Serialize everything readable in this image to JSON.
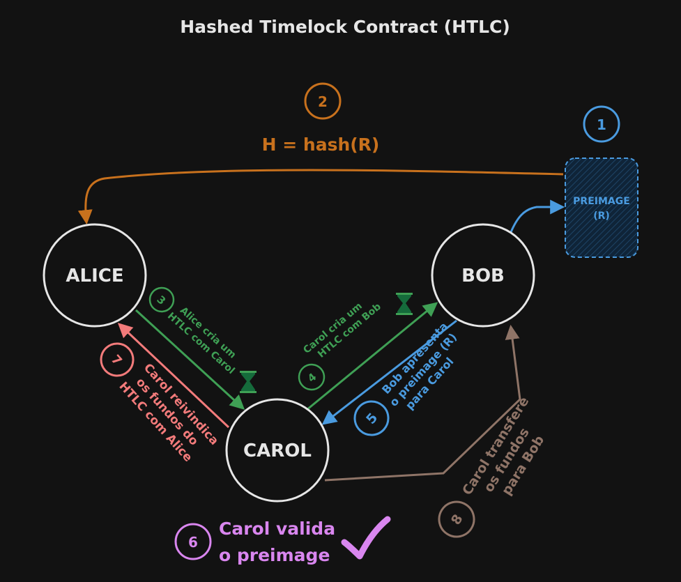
{
  "title": "Hashed Timelock Contract (HTLC)",
  "colors": {
    "background": "#121212",
    "node_stroke": "#e6e6e6",
    "node_fill": "#121212",
    "text_light": "#e6e6e6",
    "step1": "#4a9be0",
    "step2": "#c8711d",
    "step3": "#3fa055",
    "step5": "#4a9be0",
    "step6": "#d986ef",
    "step7": "#f37b7b",
    "step8": "#8f7467",
    "preimage_fill": "#14314a",
    "hourglass": "#156b3b"
  },
  "nodes": {
    "alice": "ALICE",
    "bob": "BOB",
    "carol": "CAROL"
  },
  "preimage_box": {
    "line1": "PREIMAGE",
    "line2": "(R)"
  },
  "steps": {
    "s1": {
      "num": "1"
    },
    "s2": {
      "num": "2",
      "label": "H = hash(R)"
    },
    "s3": {
      "num": "3",
      "lines": [
        "Alice cria um",
        "HTLC com Carol"
      ]
    },
    "s4": {
      "num": "4",
      "lines": [
        "Carol cria um",
        "HTLC com Bob"
      ]
    },
    "s5": {
      "num": "5",
      "lines": [
        "Bob apresenta",
        "o preimage (R)",
        "para Carol"
      ]
    },
    "s6": {
      "num": "6",
      "lines": [
        "Carol valida",
        "o preimage"
      ]
    },
    "s7": {
      "num": "7",
      "lines": [
        "Carol reivindica",
        "os fundos do",
        "HTLC com Alice"
      ]
    },
    "s8": {
      "num": "8",
      "lines": [
        "Carol transfere",
        "os fundos",
        "para Bob"
      ]
    }
  },
  "icons": {
    "hourglass": "hourglass-icon",
    "checkmark": "checkmark-icon"
  }
}
